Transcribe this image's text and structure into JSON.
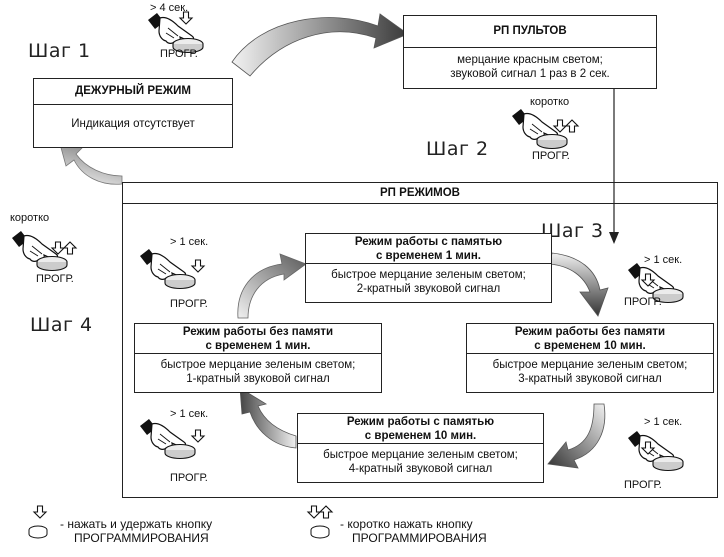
{
  "steps": {
    "step1": "Шаг 1",
    "step2": "Шаг 2",
    "step3": "Шаг 3",
    "step4": "Шаг 4"
  },
  "press": {
    "long4": "> 4 сек.",
    "long1": "> 1 сек.",
    "short": "коротко",
    "button": "ПРОГР."
  },
  "standby": {
    "title": "ДЕЖУРНЫЙ РЕЖИМ",
    "body": "Индикация отсутствует"
  },
  "remotes": {
    "title": "РП ПУЛЬТОВ",
    "line1": "мерцание красным светом;",
    "line2": "звуковой сигнал 1 раз в 2 сек."
  },
  "modes": {
    "title": "РП РЕЖИМОВ",
    "mem1": {
      "title1": "Режим работы с памятью",
      "title2": "с временем 1 мин.",
      "line1": "быстрое мерцание зеленым светом;",
      "line2": "2-кратный звуковой сигнал"
    },
    "nomem10": {
      "title1": "Режим работы без памяти",
      "title2": "с временем 10 мин.",
      "line1": "быстрое мерцание зеленым светом;",
      "line2": "3-кратный звуковой сигнал"
    },
    "mem10": {
      "title1": "Режим работы с памятью",
      "title2": "с временем 10 мин.",
      "line1": "быстрое мерцание зеленым светом;",
      "line2": "4-кратный звуковой сигнал"
    },
    "nomem1": {
      "title1": "Режим работы без памяти",
      "title2": "с временем 1 мин.",
      "line1": "быстрое мерцание зеленым светом;",
      "line2": "1-кратный звуковой сигнал"
    }
  },
  "legend": {
    "hold1": "- нажать и удержать кнопку",
    "hold2": "ПРОГРАММИРОВАНИЯ",
    "short1": "- коротко нажать кнопку",
    "short2": "ПРОГРАММИРОВАНИЯ"
  }
}
